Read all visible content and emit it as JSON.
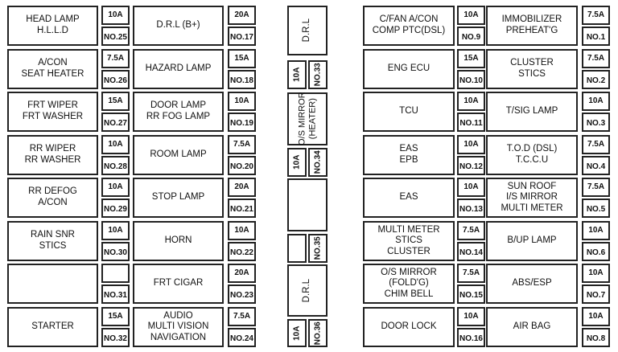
{
  "left_block": [
    {
      "a": [
        "HEAD LAMP",
        "H.L.L.D"
      ],
      "a_amp": "10A",
      "a_no": "NO.25",
      "b": [
        "D.R.L (B+)"
      ],
      "b_amp": "20A",
      "b_no": "NO.17"
    },
    {
      "a": [
        "A/CON",
        "SEAT HEATER"
      ],
      "a_amp": "7.5A",
      "a_no": "NO.26",
      "b": [
        "HAZARD LAMP"
      ],
      "b_amp": "15A",
      "b_no": "NO.18"
    },
    {
      "a": [
        "FRT WIPER",
        "FRT WASHER"
      ],
      "a_amp": "15A",
      "a_no": "NO.27",
      "b": [
        "DOOR LAMP",
        "RR FOG LAMP"
      ],
      "b_amp": "10A",
      "b_no": "NO.19"
    },
    {
      "a": [
        "RR WIPER",
        "RR WASHER"
      ],
      "a_amp": "10A",
      "a_no": "NO.28",
      "b": [
        "ROOM LAMP"
      ],
      "b_amp": "7.5A",
      "b_no": "NO.20"
    },
    {
      "a": [
        "RR DEFOG",
        "A/CON"
      ],
      "a_amp": "10A",
      "a_no": "NO.29",
      "b": [
        "STOP LAMP"
      ],
      "b_amp": "20A",
      "b_no": "NO.21"
    },
    {
      "a": [
        "RAIN SNR",
        "STICS"
      ],
      "a_amp": "10A",
      "a_no": "NO.30",
      "b": [
        "HORN"
      ],
      "b_amp": "10A",
      "b_no": "NO.22"
    },
    {
      "a": [],
      "a_amp": "",
      "a_no": "NO.31",
      "b": [
        "FRT CIGAR"
      ],
      "b_amp": "20A",
      "b_no": "NO.23"
    },
    {
      "a": [
        "STARTER"
      ],
      "a_amp": "15A",
      "a_no": "NO.32",
      "b": [
        "AUDIO",
        "MULTI VISION",
        "NAVIGATION"
      ],
      "b_amp": "7.5A",
      "b_no": "NO.24"
    }
  ],
  "right_block": [
    {
      "a": [
        "C/FAN A/CON",
        "COMP PTC(DSL)"
      ],
      "a_amp": "10A",
      "a_no": "NO.9",
      "b": [
        "IMMOBILIZER",
        "PREHEAT'G"
      ],
      "b_amp": "7.5A",
      "b_no": "NO.1"
    },
    {
      "a": [
        "ENG ECU"
      ],
      "a_amp": "15A",
      "a_no": "NO.10",
      "b": [
        "CLUSTER",
        "STICS"
      ],
      "b_amp": "7.5A",
      "b_no": "NO.2"
    },
    {
      "a": [
        "TCU"
      ],
      "a_amp": "10A",
      "a_no": "NO.11",
      "b": [
        "T/SIG LAMP"
      ],
      "b_amp": "10A",
      "b_no": "NO.3"
    },
    {
      "a": [
        "EAS",
        "EPB"
      ],
      "a_amp": "10A",
      "a_no": "NO.12",
      "b": [
        "T.O.D (DSL)",
        "T.C.C.U"
      ],
      "b_amp": "7.5A",
      "b_no": "NO.4"
    },
    {
      "a": [
        "EAS"
      ],
      "a_amp": "10A",
      "a_no": "NO.13",
      "b": [
        "SUN ROOF",
        "I/S MIRROR",
        "MULTI METER"
      ],
      "b_amp": "7.5A",
      "b_no": "NO.5"
    },
    {
      "a": [
        "MULTI METER",
        "STICS",
        "CLUSTER"
      ],
      "a_amp": "7.5A",
      "a_no": "NO.14",
      "b": [
        "B/UP LAMP"
      ],
      "b_amp": "10A",
      "b_no": "NO.6"
    },
    {
      "a": [
        "O/S MIRROR",
        "(FOLD'G)",
        "CHIM BELL"
      ],
      "a_amp": "7.5A",
      "a_no": "NO.15",
      "b": [
        "ABS/ESP"
      ],
      "b_amp": "10A",
      "b_no": "NO.7"
    },
    {
      "a": [
        "DOOR LOCK"
      ],
      "a_amp": "10A",
      "a_no": "NO.16",
      "b": [
        "AIR BAG"
      ],
      "b_amp": "10A",
      "b_no": "NO.8"
    }
  ],
  "middle": {
    "drl_top": "D.R.L",
    "fuse33": {
      "amp": "10A",
      "no": "NO.33"
    },
    "os_mirror": [
      "O/S MIRROR",
      "(HEATER)"
    ],
    "fuse34": {
      "amp": "10A",
      "no": "NO.34"
    },
    "fuse35": {
      "no": "NO.35"
    },
    "drl_bottom": "D.R.L",
    "fuse36": {
      "amp": "10A",
      "no": "NO.36"
    }
  }
}
